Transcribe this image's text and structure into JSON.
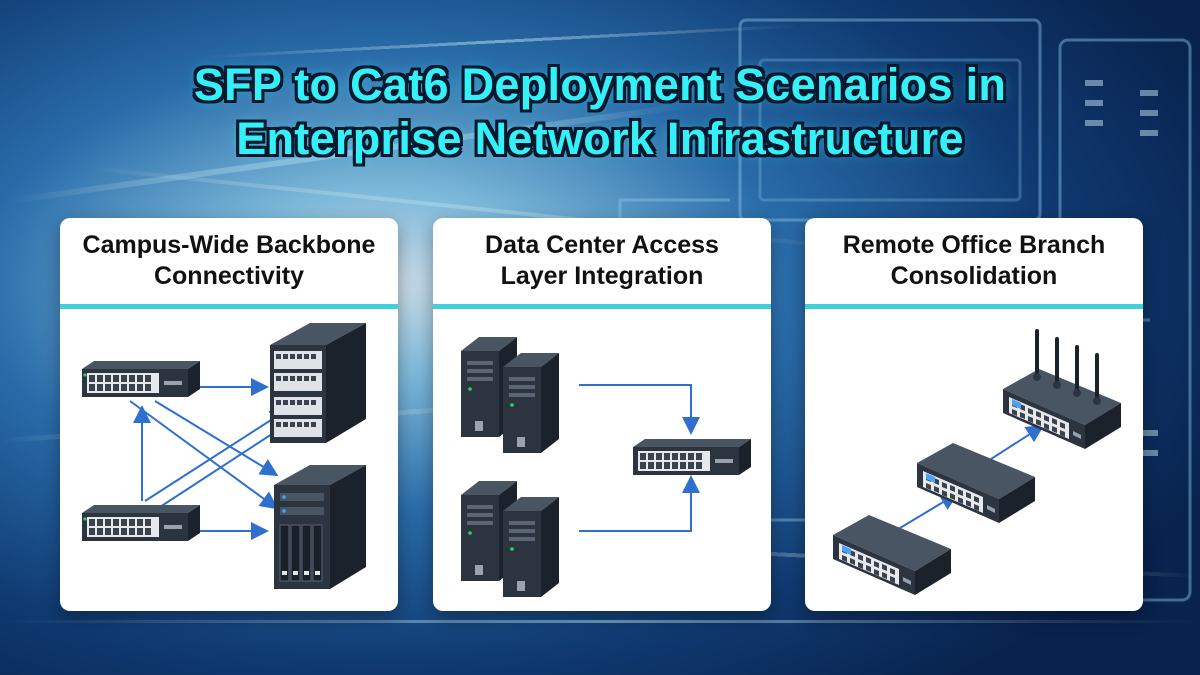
{
  "title": {
    "line1": "SFP to Cat6 Deployment Scenarios in",
    "line2": "Enterprise Network Infrastructure"
  },
  "colors": {
    "title_fill": "#35f0f7",
    "title_outline": "#06182e",
    "card_rule": "#3fd0dc",
    "arrow": "#2f6fd0",
    "device_body": "#2c3440",
    "port_face": "#e6e8ec",
    "port_led": "#2fd06a"
  },
  "panels": [
    {
      "heading_line1": "Campus-Wide Backbone",
      "heading_line2": "Connectivity",
      "devices": [
        "switch-icon",
        "switch-icon",
        "server-rack-icon",
        "storage-array-icon"
      ]
    },
    {
      "heading_line1": "Data Center Access",
      "heading_line2": "Layer Integration",
      "devices": [
        "tower-server-icon",
        "tower-server-icon",
        "tower-server-icon",
        "tower-server-icon",
        "switch-icon"
      ]
    },
    {
      "heading_line1": "Remote Office Branch",
      "heading_line2": "Consolidation",
      "devices": [
        "switch-icon",
        "switch-icon",
        "wireless-router-icon"
      ]
    }
  ]
}
